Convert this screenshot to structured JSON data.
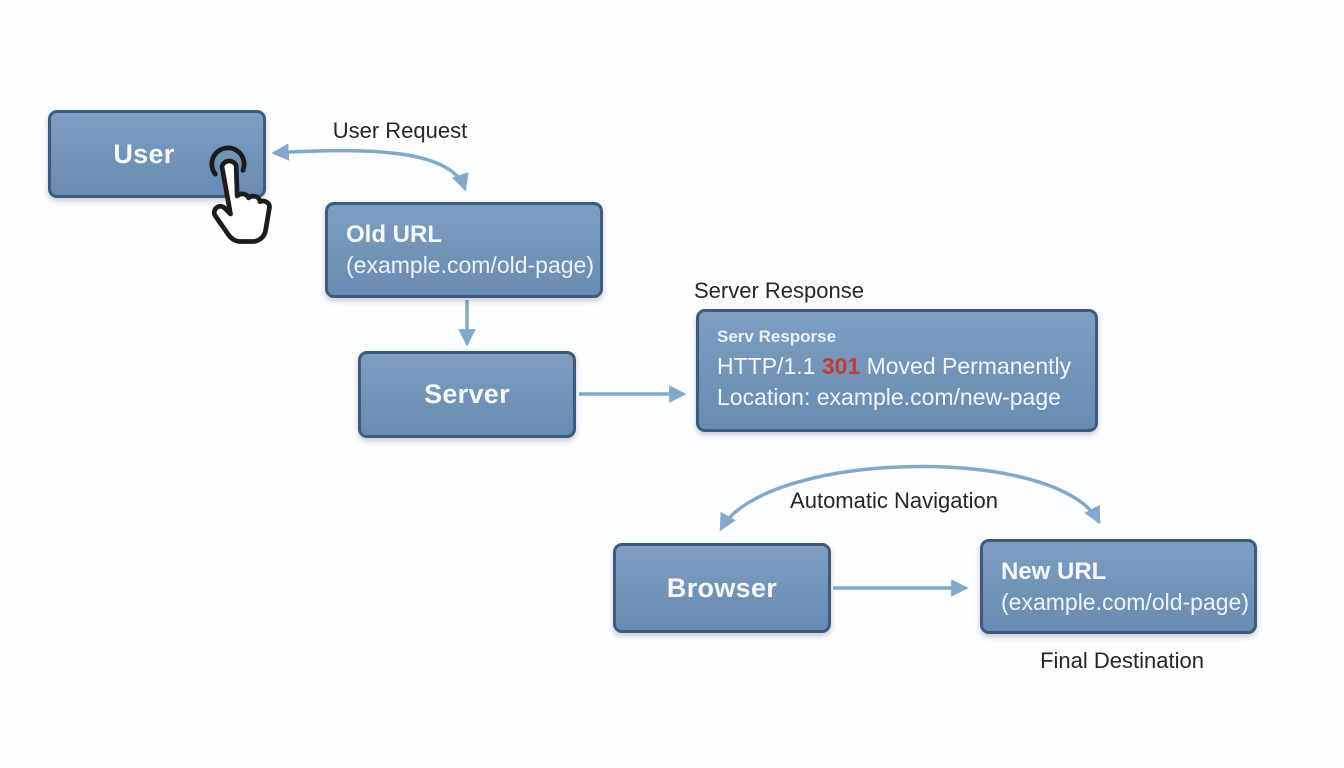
{
  "colors": {
    "background": "#fdfeff",
    "box_fill": "#7293b8",
    "box_fill_light": "#7e9ec3",
    "box_border": "#3e5a7d",
    "box_text": "#f5f9fc",
    "arrow": "#82a8cc",
    "label_text": "#262626",
    "status_code_red": "#c53b31",
    "icon_outline": "#1c1c1c"
  },
  "nodes": {
    "user": {
      "label": "User"
    },
    "old_url": {
      "title": "Old URL",
      "subtitle": "(example.com/old-page)"
    },
    "server": {
      "label": "Server"
    },
    "response": {
      "heading": "Serv Resporse",
      "line1_pre": "HTTP/1.1 ",
      "line1_code": "301",
      "line1_post": " Moved Permanently",
      "line2": "Location: example.com/new-page"
    },
    "browser": {
      "label": "Browser"
    },
    "new_url": {
      "title": "New URL",
      "subtitle": "(example.com/old-page)"
    }
  },
  "labels": {
    "user_request": "User Request",
    "server_response": "Server Response",
    "automatic_navigation": "Automatic Navigation",
    "final_destination": "Final Destination"
  },
  "icons": {
    "tap": "tap-gesture-icon"
  }
}
